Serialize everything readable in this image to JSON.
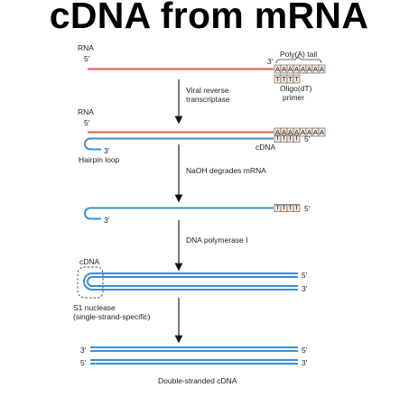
{
  "title": "cDNA from mRNA",
  "colors": {
    "rna": "#e0574f",
    "dna": "#3a8fd4",
    "box": "#f6e7d6"
  },
  "labels": {
    "rna": "RNA",
    "five_prime": "5′",
    "three_prime": "3′",
    "polya_tail": "Poly(A) tail",
    "a_box": "A",
    "t_box": "T",
    "oligo_primer": "Oligo(dT)\nprimer",
    "viral_rt": "Viral reverse\ntranscriptase",
    "cdna": "cDNA",
    "hairpin_loop": "Hairpin loop",
    "naoh": "NaOH degrades mRNA",
    "dna_pol": "DNA polymerase I",
    "s1_nuclease": "S1 nuclease\n(single-strand-specific)",
    "double_stranded": "Double-stranded cDNA"
  }
}
